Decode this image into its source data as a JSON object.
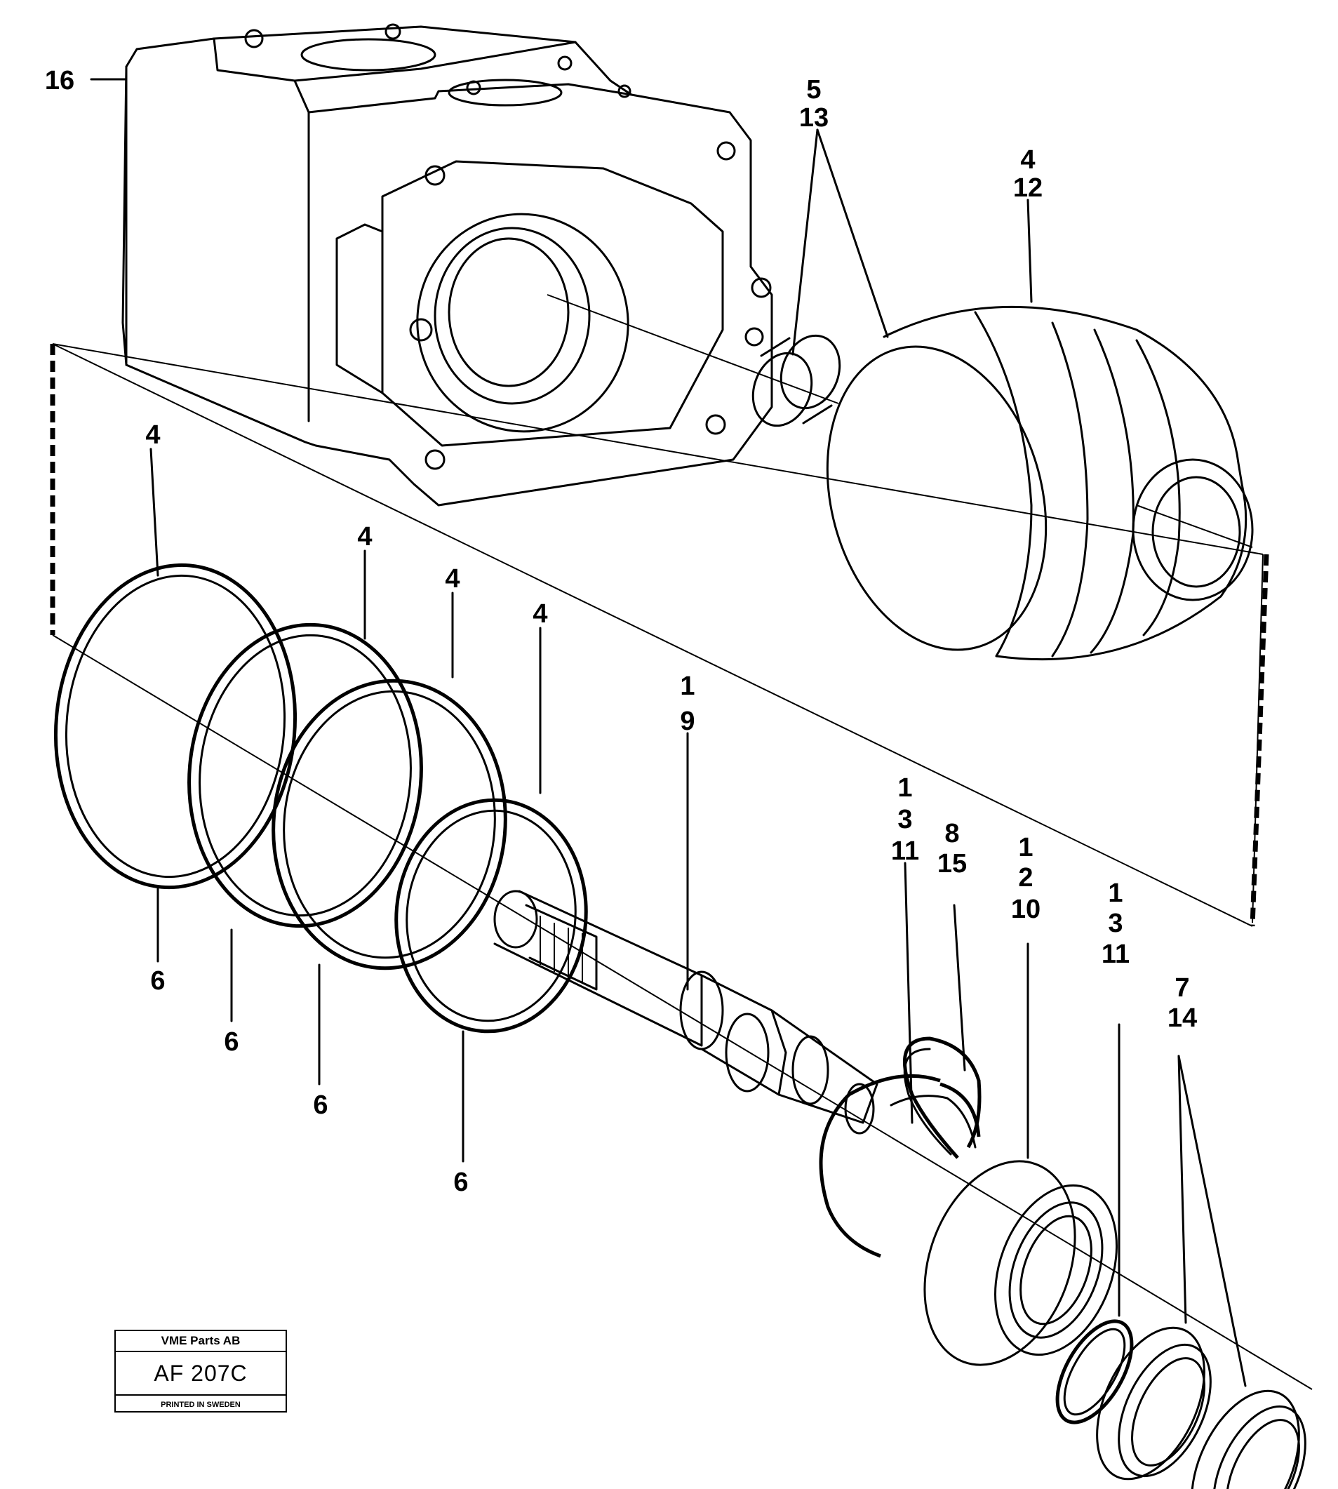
{
  "title_block": {
    "company": "VME Parts AB",
    "code": "AF 207C",
    "printed": "PRINTED IN SWEDEN"
  },
  "callouts": {
    "c16": "16",
    "c5_13": [
      "5",
      "13"
    ],
    "c4_12": [
      "4",
      "12"
    ],
    "ring_4": [
      "4",
      "4",
      "4",
      "4"
    ],
    "ring_6": [
      "6",
      "6",
      "6",
      "6"
    ],
    "shaft_1_9": [
      "1",
      "9"
    ],
    "c1_3_11_a": [
      "1",
      "3",
      "11"
    ],
    "c8_15": [
      "8",
      "15"
    ],
    "c1_2_10": [
      "1",
      "2",
      "10"
    ],
    "c1_3_11_b": [
      "1",
      "3",
      "11"
    ],
    "c7_14": [
      "7",
      "14"
    ]
  }
}
